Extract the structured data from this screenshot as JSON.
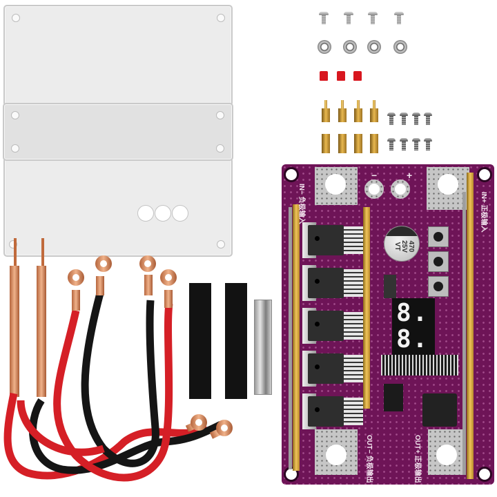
{
  "image": {
    "subject": "Spot welder kit components",
    "background": "#ffffff"
  },
  "acrylic_case": {
    "plates": [
      "top-plate",
      "middle-plate",
      "bottom-plate"
    ],
    "color": "#ececec"
  },
  "hardware": {
    "screws_silver_count": 4,
    "nuts_count": 4,
    "red_caps_count": 3,
    "brass_standoffs_count": 8,
    "small_screws_count": 8,
    "red_cap_color": "#d8171f",
    "brass_color": "#e8b84f"
  },
  "pcb": {
    "color": "#6e1457",
    "labels": {
      "in_minus": "IN−",
      "in_minus_cn": "负极输入",
      "in_plus": "IN+",
      "in_plus_cn": "正极输入",
      "out_minus": "OUT−",
      "out_minus_cn": "负极输出",
      "out_plus": "OUT+",
      "out_plus_cn": "正极输出",
      "power_minus": "−",
      "power_plus": "+"
    },
    "capacitor": {
      "line1": "470",
      "line2": "25V",
      "line3": "VT"
    },
    "display": {
      "digit_top": "8.",
      "digit_bottom": "8."
    },
    "mosfet_count": 5,
    "button_count": 3
  },
  "cables": {
    "red_color": "#d51f26",
    "black_color": "#151515",
    "copper_color": "#e29a70"
  },
  "heat_shrink_count": 2,
  "nickel_strip_count": 1
}
